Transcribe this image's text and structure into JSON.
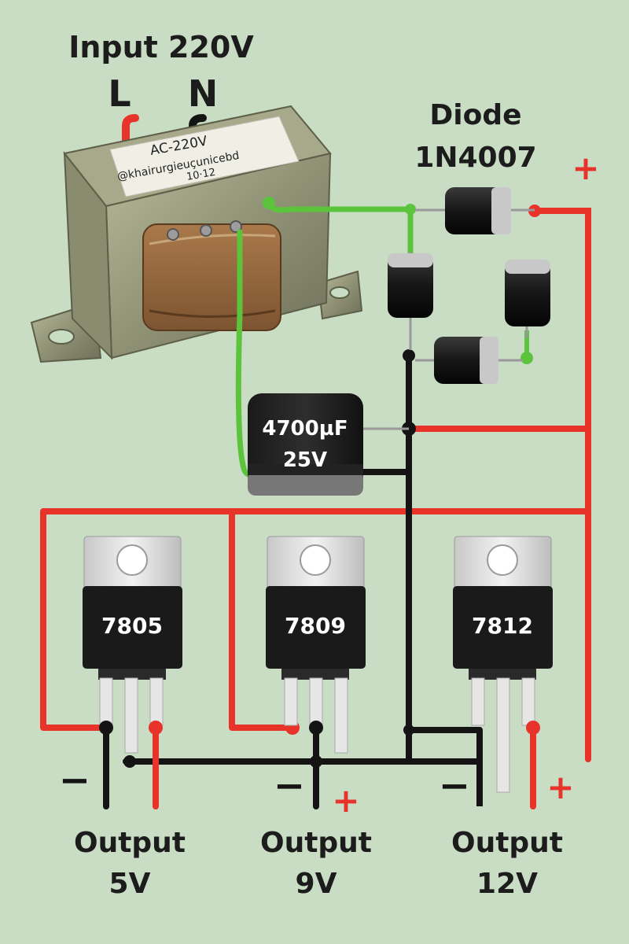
{
  "title": "Input 220V",
  "mains": {
    "live": "L",
    "neutral": "N"
  },
  "transformer": {
    "line1": "AC-220V",
    "line2": "@khairurgieuçunicebd",
    "line3": "10·12"
  },
  "diode": {
    "label": "Diode",
    "part": "1N4007"
  },
  "capacitor": {
    "value": "4700µF",
    "voltage": "25V"
  },
  "regulators": [
    {
      "part": "7805",
      "output_label": "Output",
      "output_voltage": "5V"
    },
    {
      "part": "7809",
      "output_label": "Output",
      "output_voltage": "9V"
    },
    {
      "part": "7812",
      "output_label": "Output",
      "output_voltage": "12V"
    }
  ],
  "polarity": {
    "plus": "+",
    "minus": "−"
  },
  "colors": {
    "background": "#c9dcc4",
    "positive_wire": "#e8332a",
    "ground_wire": "#141414",
    "ac_wire": "#5cc43c"
  }
}
